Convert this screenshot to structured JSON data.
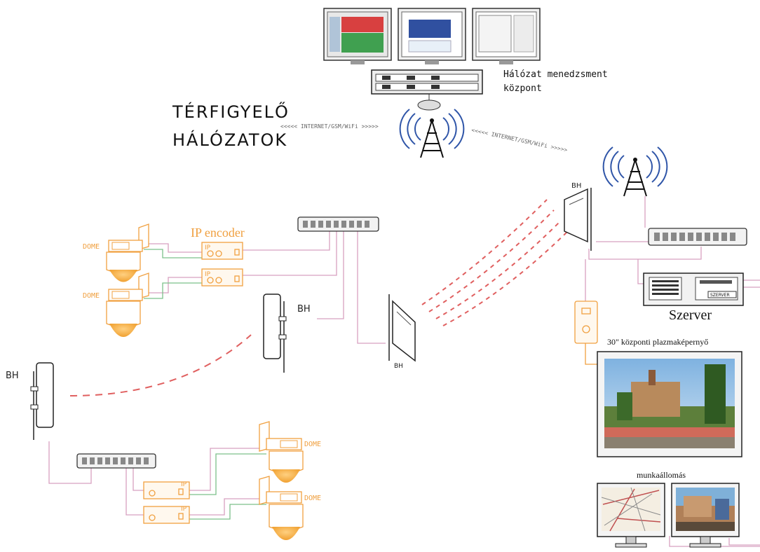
{
  "title_line1": "TÉRFIGYELŐ",
  "title_line2": "HÁLÓZATOK",
  "nms_label_line1": "Hálózat menedzsment",
  "nms_label_line2": "központ",
  "link_left": "<<<<< INTERNET/GSM/WiFi >>>>>",
  "link_right": "<<<<< INTERNET/GSM/WiFi >>>>>",
  "ip_encoder": "IP encoder",
  "dome": "DOME",
  "ip": "IP",
  "bh": "BH",
  "server": "Szerver",
  "server_badge": "SZERVER",
  "plasma_label": "30\" központi plazmaképernyő",
  "workstation_label": "munkaállomás",
  "colors": {
    "orange": "#f0a040",
    "pink": "#d8a0c0",
    "green": "#7cc08a",
    "red": "#e05050",
    "blue": "#3050a0",
    "gray": "#555555"
  }
}
